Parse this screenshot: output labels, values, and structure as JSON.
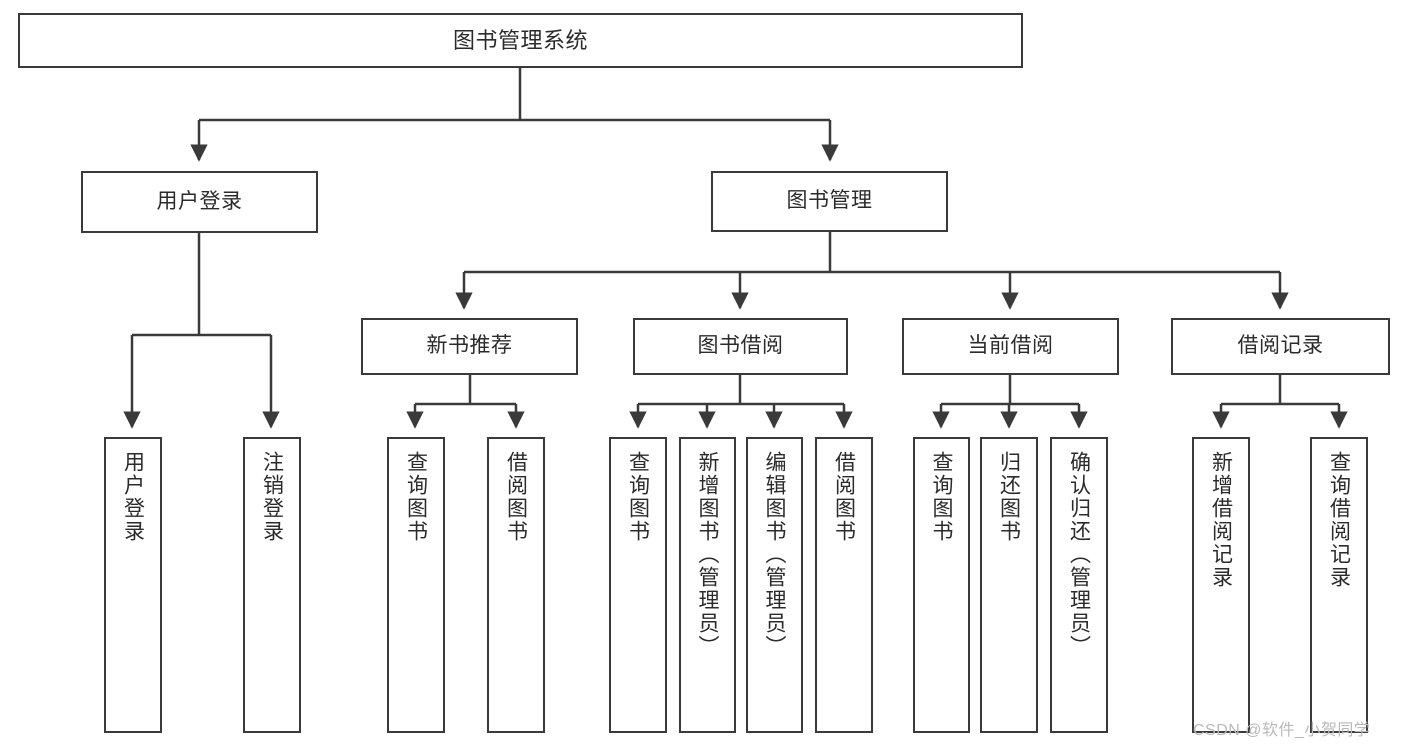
{
  "diagram": {
    "title": "图书管理系统",
    "type": "tree-hierarchy",
    "watermark": "CSDN @软件_小贺同学",
    "colors": {
      "box_border": "#3a3a3a",
      "box_fill": "#ffffff",
      "connector": "#3a3a3a",
      "text": "#2b2b2b",
      "watermark": "#b9b9b9",
      "background": "#ffffff"
    },
    "levels": {
      "level1": [
        {
          "id": "root",
          "label": "图书管理系统",
          "orientation": "horizontal"
        }
      ],
      "level2": [
        {
          "id": "user-login",
          "label": "用户登录",
          "orientation": "horizontal"
        },
        {
          "id": "book-manage",
          "label": "图书管理",
          "orientation": "horizontal"
        }
      ],
      "level3": [
        {
          "id": "new-book-rec",
          "label": "新书推荐",
          "orientation": "horizontal",
          "parent": "book-manage"
        },
        {
          "id": "book-borrow",
          "label": "图书借阅",
          "orientation": "horizontal",
          "parent": "book-manage"
        },
        {
          "id": "current-borrow",
          "label": "当前借阅",
          "orientation": "horizontal",
          "parent": "book-manage"
        },
        {
          "id": "borrow-record",
          "label": "借阅记录",
          "orientation": "horizontal",
          "parent": "book-manage"
        }
      ],
      "level4": [
        {
          "id": "leaf-user-login",
          "label": "用户登录",
          "orientation": "vertical",
          "parent": "user-login"
        },
        {
          "id": "leaf-logout-login",
          "label": "注销登录",
          "orientation": "vertical",
          "parent": "user-login"
        },
        {
          "id": "leaf-query-book-1",
          "label": "查询图书",
          "orientation": "vertical",
          "parent": "new-book-rec"
        },
        {
          "id": "leaf-borrow-book-1",
          "label": "借阅图书",
          "orientation": "vertical",
          "parent": "new-book-rec"
        },
        {
          "id": "leaf-query-book-2",
          "label": "查询图书",
          "orientation": "vertical",
          "parent": "book-borrow"
        },
        {
          "id": "leaf-add-book",
          "label": "新增图书（管理员）",
          "orientation": "vertical",
          "parent": "book-borrow"
        },
        {
          "id": "leaf-edit-book",
          "label": "编辑图书（管理员）",
          "orientation": "vertical",
          "parent": "book-borrow"
        },
        {
          "id": "leaf-borrow-book-2",
          "label": "借阅图书",
          "orientation": "vertical",
          "parent": "book-borrow"
        },
        {
          "id": "leaf-query-book-3",
          "label": "查询图书",
          "orientation": "vertical",
          "parent": "current-borrow"
        },
        {
          "id": "leaf-return-book",
          "label": "归还图书",
          "orientation": "vertical",
          "parent": "current-borrow"
        },
        {
          "id": "leaf-confirm-return",
          "label": "确认归还（管理员）",
          "orientation": "vertical",
          "parent": "current-borrow"
        },
        {
          "id": "leaf-add-record",
          "label": "新增借阅记录",
          "orientation": "vertical",
          "parent": "borrow-record"
        },
        {
          "id": "leaf-query-record",
          "label": "查询借阅记录",
          "orientation": "vertical",
          "parent": "borrow-record"
        }
      ]
    }
  }
}
